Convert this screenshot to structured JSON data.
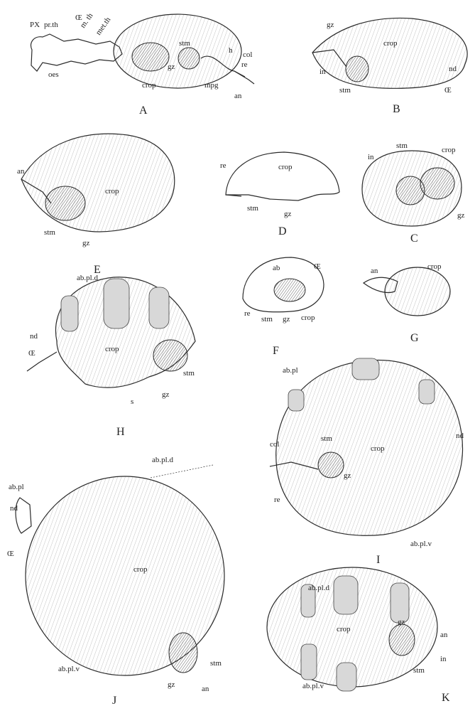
{
  "figures": [
    {
      "id": "A",
      "caption": "A",
      "labels": [
        "PX",
        "pr.th",
        "Œ",
        "m. th",
        "met.th",
        "stm",
        "gz",
        "crop",
        "col",
        "re",
        "h",
        "an",
        "mpg",
        "oes"
      ]
    },
    {
      "id": "B",
      "caption": "B",
      "labels": [
        "gz",
        "crop",
        "nd",
        "in",
        "stm",
        "Œ"
      ]
    },
    {
      "id": "E",
      "caption": "E",
      "labels": [
        "an",
        "crop",
        "stm",
        "gz"
      ]
    },
    {
      "id": "D",
      "caption": "D",
      "labels": [
        "re",
        "crop",
        "stm",
        "gz"
      ]
    },
    {
      "id": "C",
      "caption": "C",
      "labels": [
        "in",
        "stm",
        "crop",
        "gz"
      ]
    },
    {
      "id": "H",
      "caption": "H",
      "labels": [
        "ab.pl.d",
        "nd",
        "crop",
        "Œ",
        "stm",
        "gz",
        "s"
      ]
    },
    {
      "id": "F",
      "caption": "F",
      "labels": [
        "ab",
        "Œ",
        "re",
        "stm",
        "gz",
        "crop"
      ]
    },
    {
      "id": "G",
      "caption": "G",
      "labels": [
        "an",
        "crop"
      ]
    },
    {
      "id": "I",
      "caption": "I",
      "labels": [
        "ab.pl",
        "col",
        "stm",
        "crop",
        "nd",
        "gz",
        "re",
        "ab.pl.v"
      ]
    },
    {
      "id": "J",
      "caption": "J",
      "labels": [
        "ab.pl.d",
        "ab.pl",
        "nd",
        "crop",
        "Œ",
        "stm",
        "ab.pl.v",
        "gz",
        "an"
      ]
    },
    {
      "id": "K",
      "caption": "K",
      "labels": [
        "ab.pl.d",
        "gz",
        "crop",
        "an",
        "in",
        "stm",
        "ab.pl.v"
      ]
    }
  ]
}
